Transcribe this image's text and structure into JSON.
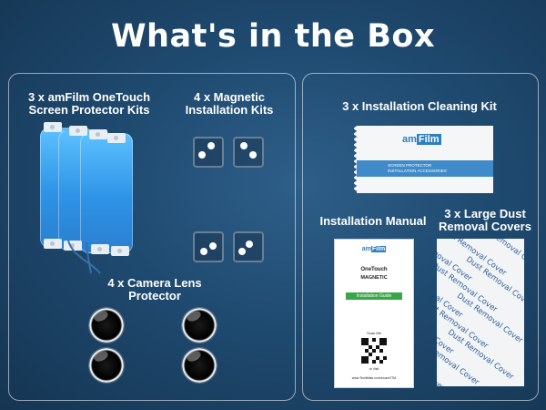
{
  "title": "What's in the Box",
  "items": {
    "protector_kits": {
      "line1": "3 x amFilm OneTouch",
      "line2": "Screen Protector Kits"
    },
    "magnetic_kits": {
      "line1": "4 x Magnetic",
      "line2": "Installation Kits"
    },
    "camera_lens": {
      "line1": "4 x Camera Lens",
      "line2": "Protector"
    },
    "cleaning_kit": {
      "label": "3 x Installation Cleaning Kit"
    },
    "manual": {
      "label": "Installation Manual"
    },
    "dust_covers": {
      "line1": "3 x Large Dust",
      "line2": "Removal Covers"
    }
  },
  "cleaning_packet": {
    "brand_am": "am",
    "brand_film": "Film",
    "band_line1": "SCREEN PROTECTOR",
    "band_line2": "INSTALLATION ACCESSORIES"
  },
  "manual_cover": {
    "brand_am": "am",
    "brand_film": "Film",
    "line1": "OneTouch",
    "line2": "MAGNETIC",
    "guide": "Installation Guide",
    "scan": "Scan Me",
    "visit": "or Visit",
    "url": "www.TechMate.com/ecomOTM"
  },
  "dust_text": "Dust Removal Cover"
}
